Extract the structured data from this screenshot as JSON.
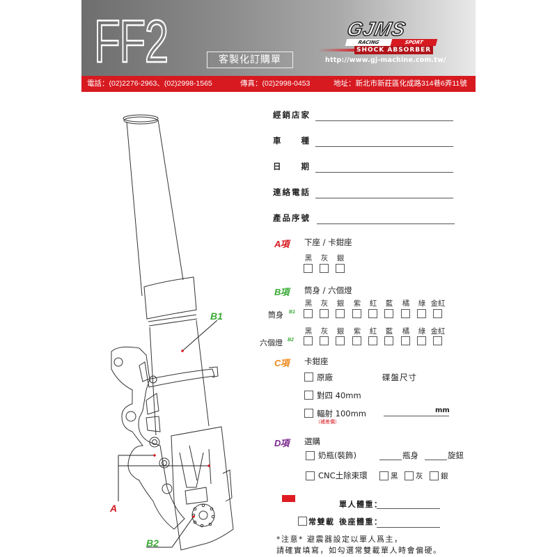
{
  "header": {
    "product_code": "FF2",
    "subtitle": "客製化訂購單",
    "logo": {
      "brand": "GJMS",
      "racing": "RACING",
      "sport": "SPORT",
      "tagline": "SHOCK ABSORBER"
    },
    "url": "http://www.gj-machine.com.tw/",
    "phone": "電話：(02)2276-2963、(02)2998-1565",
    "fax": "傳真：(02)2998-0453",
    "address": "地址：新北市新莊區化成路314巷6弄11號",
    "colors": {
      "brand_red": "#d71920",
      "gray": "#8a8a8a"
    }
  },
  "form": {
    "fields": [
      {
        "label": "經銷店家",
        "value": ""
      },
      {
        "label": "車　　種",
        "value": ""
      },
      {
        "label": "日　　期",
        "value": ""
      },
      {
        "label": "連絡電話",
        "value": ""
      },
      {
        "label": "產品序號",
        "value": ""
      }
    ]
  },
  "sections": {
    "A": {
      "tag": "A項",
      "title": "下座 / 卡鉗座",
      "color": "#d71920",
      "colors": [
        "黑",
        "灰",
        "銀"
      ]
    },
    "B": {
      "tag": "B項",
      "title": "筒身 / 六個燈",
      "color": "#3aaa35",
      "colors": [
        "黑",
        "灰",
        "銀",
        "紫",
        "紅",
        "藍",
        "橘",
        "綠",
        "金紅"
      ],
      "rows": [
        {
          "label": "筒身",
          "code": "B1"
        },
        {
          "label": "六個燈",
          "code": "B2"
        }
      ]
    },
    "C": {
      "tag": "C項",
      "title": "卡鉗座",
      "color": "#f08a1c",
      "options": [
        "原廠",
        "對四 40mm",
        "輻射 100mm"
      ],
      "surcharge_note": "（補差價）",
      "disc_size_label": "碟盤尺寸",
      "disc_unit": "mm"
    },
    "D": {
      "tag": "D項",
      "title": "選購",
      "color": "#7b2a8e",
      "option1": "奶瓶(裝飾)",
      "option1_body": "瓶身",
      "option1_knob": "旋鈕",
      "option2": "CNC土除束環",
      "option2_colors": [
        "黑",
        "灰",
        "銀"
      ]
    }
  },
  "weight": {
    "single_label": "單人體重：",
    "dual_checkbox": "常雙載",
    "rear_label": "後座體重：",
    "note_line1": "*注意*  避震器設定以單人爲主，",
    "note_line2": "請確實填寫，如勾選常雙載單人時會偏硬。"
  },
  "diagram": {
    "callouts": [
      {
        "code": "B1",
        "color": "#3aaa35"
      },
      {
        "code": "A",
        "color": "#d71920"
      },
      {
        "code": "B2",
        "color": "#3aaa35"
      }
    ]
  }
}
